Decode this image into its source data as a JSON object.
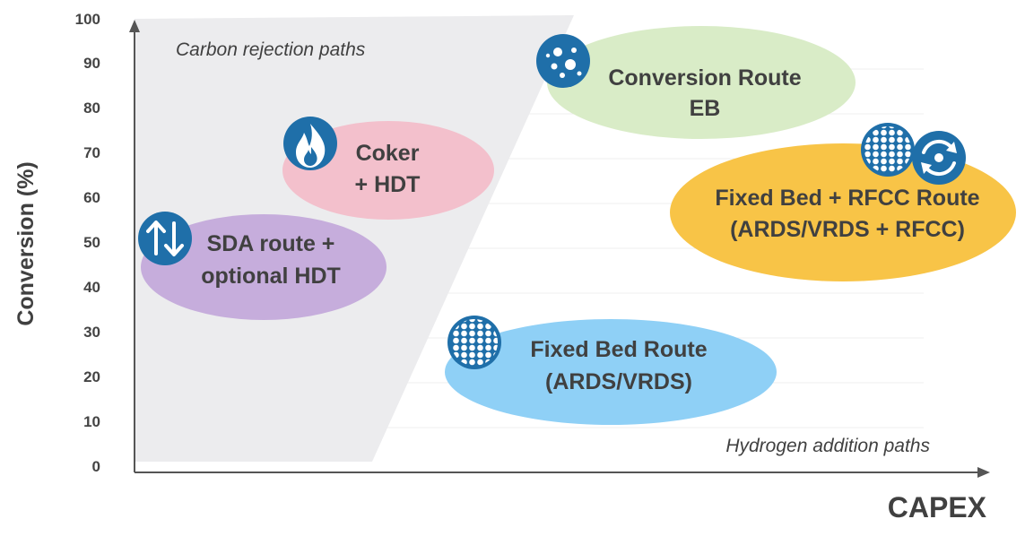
{
  "y_axis": {
    "label": "Conversion (%)",
    "ticks": [
      "0",
      "10",
      "20",
      "30",
      "40",
      "50",
      "60",
      "70",
      "80",
      "90",
      "100"
    ]
  },
  "x_axis": {
    "label": "CAPEX"
  },
  "annotations": {
    "carbon": "Carbon rejection paths",
    "hydrogen": "Hydrogen addition paths"
  },
  "routes": [
    {
      "key": "sda",
      "lines": [
        "SDA route +",
        "optional HDT"
      ],
      "color": "#c6addc",
      "icon": "up-down-arrows-icon"
    },
    {
      "key": "coker",
      "lines": [
        "Coker",
        "+ HDT"
      ],
      "color": "#f3c0cc",
      "icon": "flame-icon"
    },
    {
      "key": "eb",
      "lines": [
        "Conversion Route",
        "EB"
      ],
      "color": "#d9ecc7",
      "icon": "bubbles-icon"
    },
    {
      "key": "rfcc",
      "lines": [
        "Fixed Bed + RFCC Route",
        "(ARDS/VRDS + RFCC)"
      ],
      "color": "#f8c447",
      "icon": "recycle-icon"
    },
    {
      "key": "fixed",
      "lines": [
        "Fixed Bed Route",
        "(ARDS/VRDS)"
      ],
      "color": "#8fd0f6",
      "icon": "catalyst-bed-icon"
    }
  ],
  "colors": {
    "icon_blue": "#1f6fa9",
    "text_dark": "#404040",
    "axis": "#555555",
    "carbon_zone": "#ececee"
  }
}
